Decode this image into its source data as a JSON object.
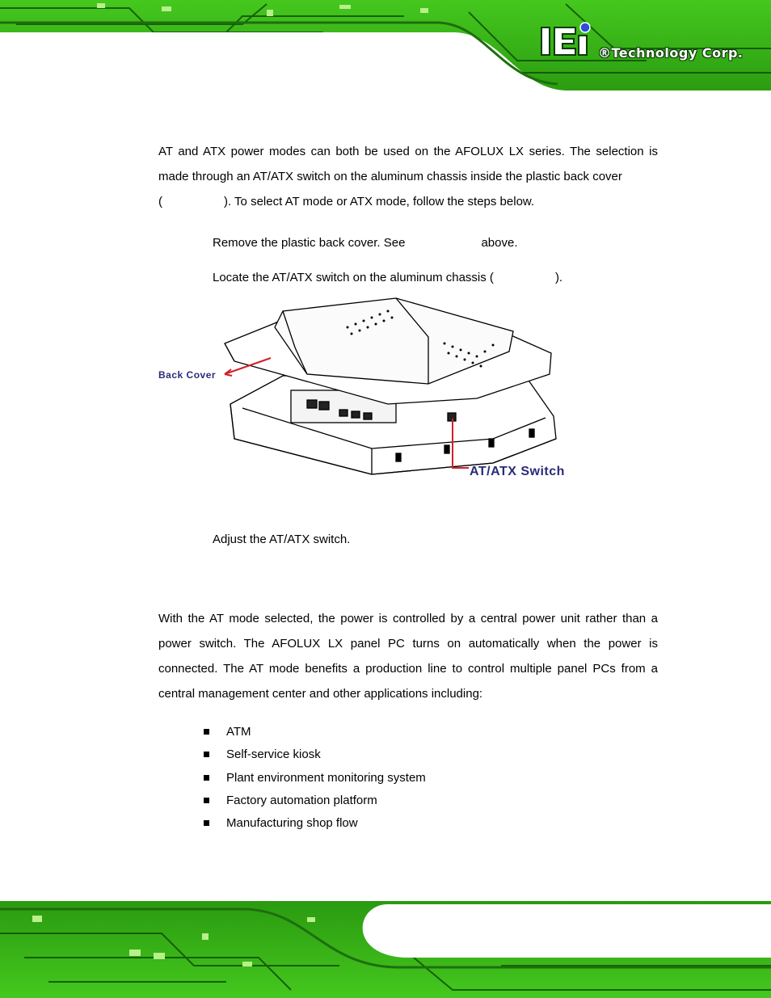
{
  "header": {
    "logo_text": "®Technology Corp."
  },
  "intro": {
    "line1": "AT and ATX power modes can both be used on the AFOLUX LX series. The selection is made through an AT/ATX switch on the aluminum chassis inside the plastic back cover",
    "line2": "). To select AT mode or ATX mode, follow the steps below.",
    "open_paren": "("
  },
  "steps": {
    "step1_text": "Remove the plastic back cover. See",
    "step1_tail": "above.",
    "step2_text": "Locate the AT/ATX switch on the aluminum chassis (",
    "step2_tail": ").",
    "step3_text": "Adjust the AT/ATX switch."
  },
  "figure": {
    "back_cover_label": "Back Cover",
    "switch_label": "AT/ATX Switch"
  },
  "at_mode": {
    "paragraph": "With the AT mode selected, the power is controlled by a central power unit rather than a power switch. The AFOLUX LX panel PC turns on automatically when the power is connected. The AT mode benefits a production line to control multiple panel PCs from a central management center and other applications including:"
  },
  "applications": [
    "ATM",
    "Self-service kiosk",
    "Plant environment monitoring system",
    "Factory automation platform",
    "Manufacturing shop flow"
  ],
  "colors": {
    "pcb_green": "#3fc21a",
    "trace_dark": "#0d4a07",
    "label_blue": "#2b2b7a",
    "arrow_red": "#d0202a"
  }
}
